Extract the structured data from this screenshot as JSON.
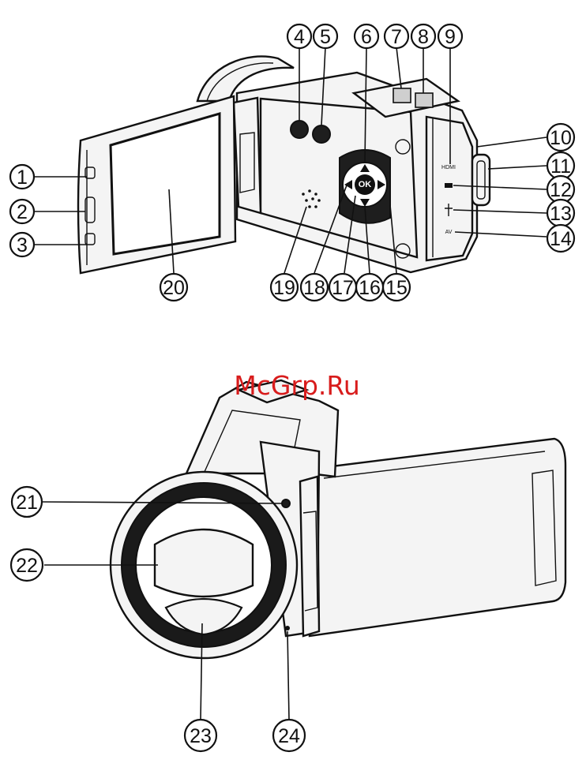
{
  "watermark": "McGrp.Ru",
  "callouts": [
    "1",
    "2",
    "3",
    "4",
    "5",
    "6",
    "7",
    "8",
    "9",
    "10",
    "11",
    "12",
    "13",
    "14",
    "15",
    "16",
    "17",
    "18",
    "19",
    "20",
    "21",
    "22",
    "23",
    "24"
  ],
  "ok_label": "OK"
}
